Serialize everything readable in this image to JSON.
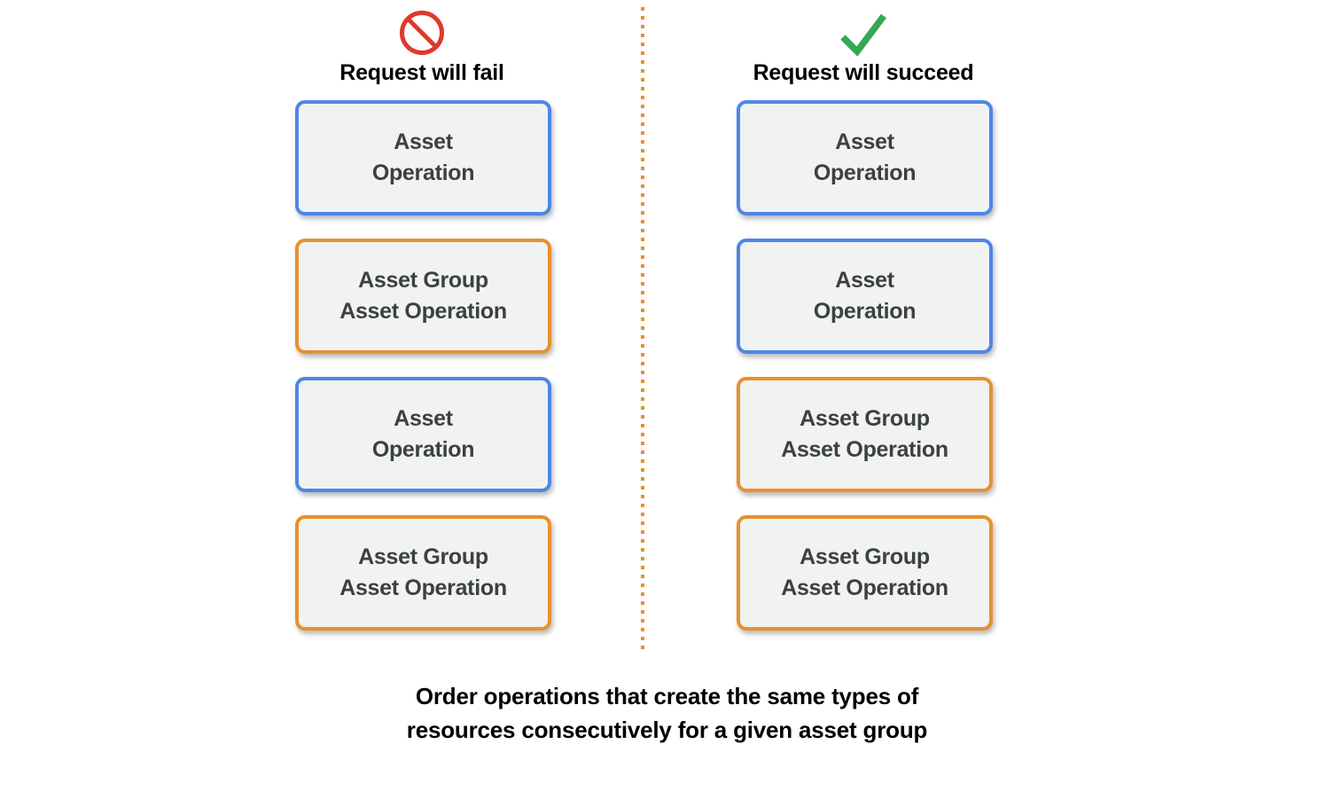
{
  "colors": {
    "blue_border": "#4e86e8",
    "orange_border": "#e8912d",
    "box_fill": "#f1f2f2",
    "box_text": "#3c4043",
    "fail_icon": "#e0382c",
    "success_icon": "#34a853",
    "divider": "#e8912d",
    "background": "#ffffff"
  },
  "columns": [
    {
      "id": "fail",
      "icon": "prohibited-icon",
      "title": "Request will fail",
      "boxes": [
        {
          "label": "Asset\nOperation",
          "type": "asset-operation",
          "border": "blue"
        },
        {
          "label": "Asset Group\nAsset Operation",
          "type": "asset-group-asset-operation",
          "border": "orange"
        },
        {
          "label": "Asset\nOperation",
          "type": "asset-operation",
          "border": "blue"
        },
        {
          "label": "Asset Group\nAsset Operation",
          "type": "asset-group-asset-operation",
          "border": "orange"
        }
      ]
    },
    {
      "id": "succeed",
      "icon": "checkmark-icon",
      "title": "Request will succeed",
      "boxes": [
        {
          "label": "Asset\nOperation",
          "type": "asset-operation",
          "border": "blue"
        },
        {
          "label": "Asset\nOperation",
          "type": "asset-operation",
          "border": "blue"
        },
        {
          "label": "Asset Group\nAsset Operation",
          "type": "asset-group-asset-operation",
          "border": "orange"
        },
        {
          "label": "Asset Group\nAsset Operation",
          "type": "asset-group-asset-operation",
          "border": "orange"
        }
      ]
    }
  ],
  "caption": "Order operations that create the same types of\nresources consecutively for a given asset group"
}
